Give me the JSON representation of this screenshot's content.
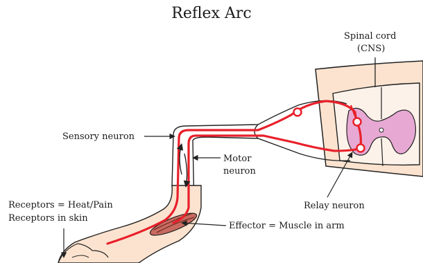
{
  "title": "Reflex Arc",
  "labels": {
    "spinal_cord_line1": "Spinal cord",
    "spinal_cord_line2": "(CNS)",
    "sensory_neuron": "Sensory neuron",
    "motor_neuron_line1": "Motor",
    "motor_neuron_line2": "neuron",
    "receptors_line1": "Receptors = Heat/Pain",
    "receptors_line2": "Receptors in skin",
    "relay_neuron": "Relay neuron",
    "effector": "Effector = Muscle in arm"
  },
  "colors": {
    "nerve": "#e8202a",
    "grey_matter": "#e7a9d3",
    "skin": "#fbe3cf",
    "outline": "#222222",
    "label_text": "#1a1a1a"
  }
}
